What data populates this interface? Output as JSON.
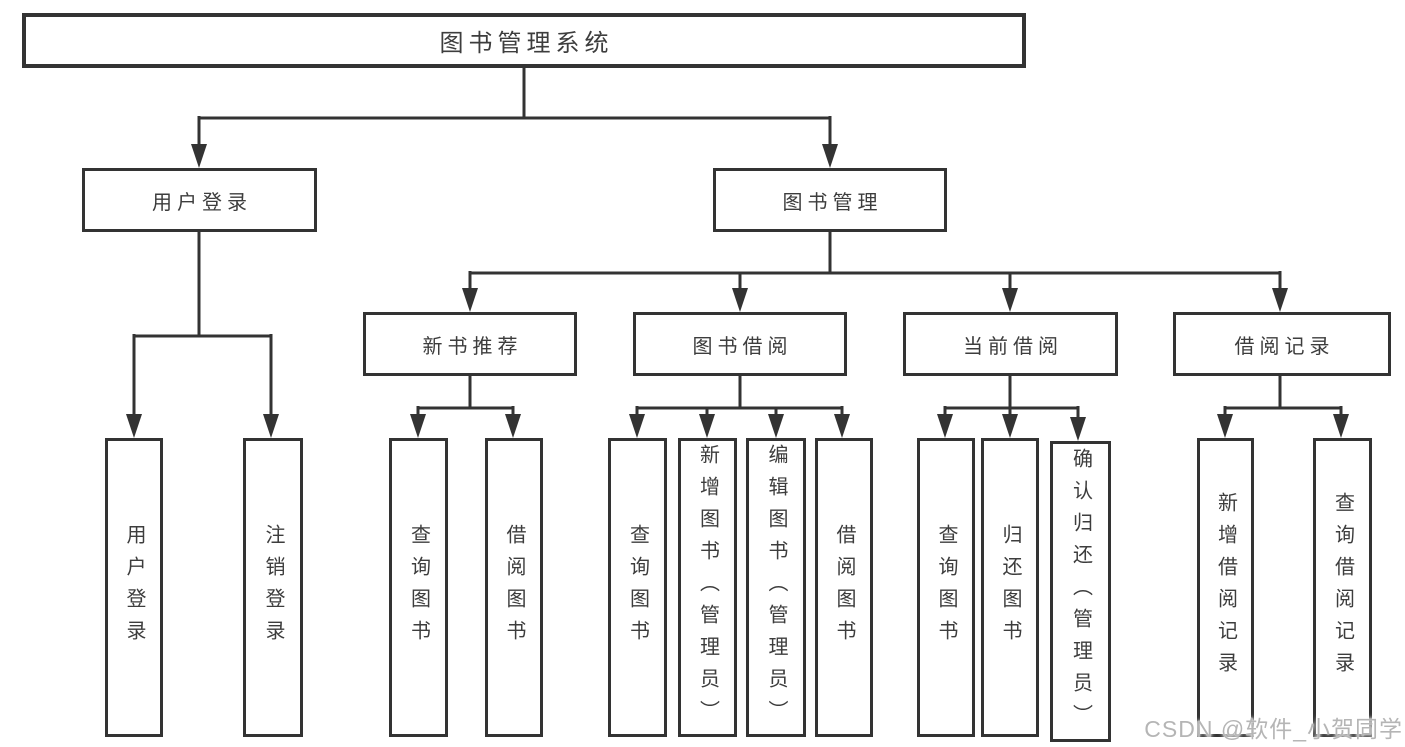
{
  "diagram": {
    "root": {
      "label": "图书管理系统"
    },
    "branches": {
      "user_login": {
        "label": "用户登录"
      },
      "book_mgmt": {
        "label": "图书管理"
      }
    },
    "modules": {
      "new_book": {
        "label": "新书推荐"
      },
      "book_borrow": {
        "label": "图书借阅"
      },
      "current_borrow": {
        "label": "当前借阅"
      },
      "borrow_record": {
        "label": "借阅记录"
      }
    },
    "leaves": {
      "login": "用户登录",
      "logout": "注销登录",
      "nb_query": "查询图书",
      "nb_borrow": "借阅图书",
      "bb_query": "查询图书",
      "bb_add": "新增图书（管理员）",
      "bb_edit": "编辑图书（管理员）",
      "bb_borrow": "借阅图书",
      "cb_query": "查询图书",
      "cb_return": "归还图书",
      "cb_confirm": "确认归还（管理员）",
      "br_add": "新增借阅记录",
      "br_query": "查询借阅记录"
    }
  },
  "watermark": {
    "text": "CSDN @软件_小贺同学"
  },
  "colors": {
    "line": "#333333",
    "text": "#3d3d3d",
    "background": "#ffffff",
    "watermark": "#b5b5b5"
  }
}
